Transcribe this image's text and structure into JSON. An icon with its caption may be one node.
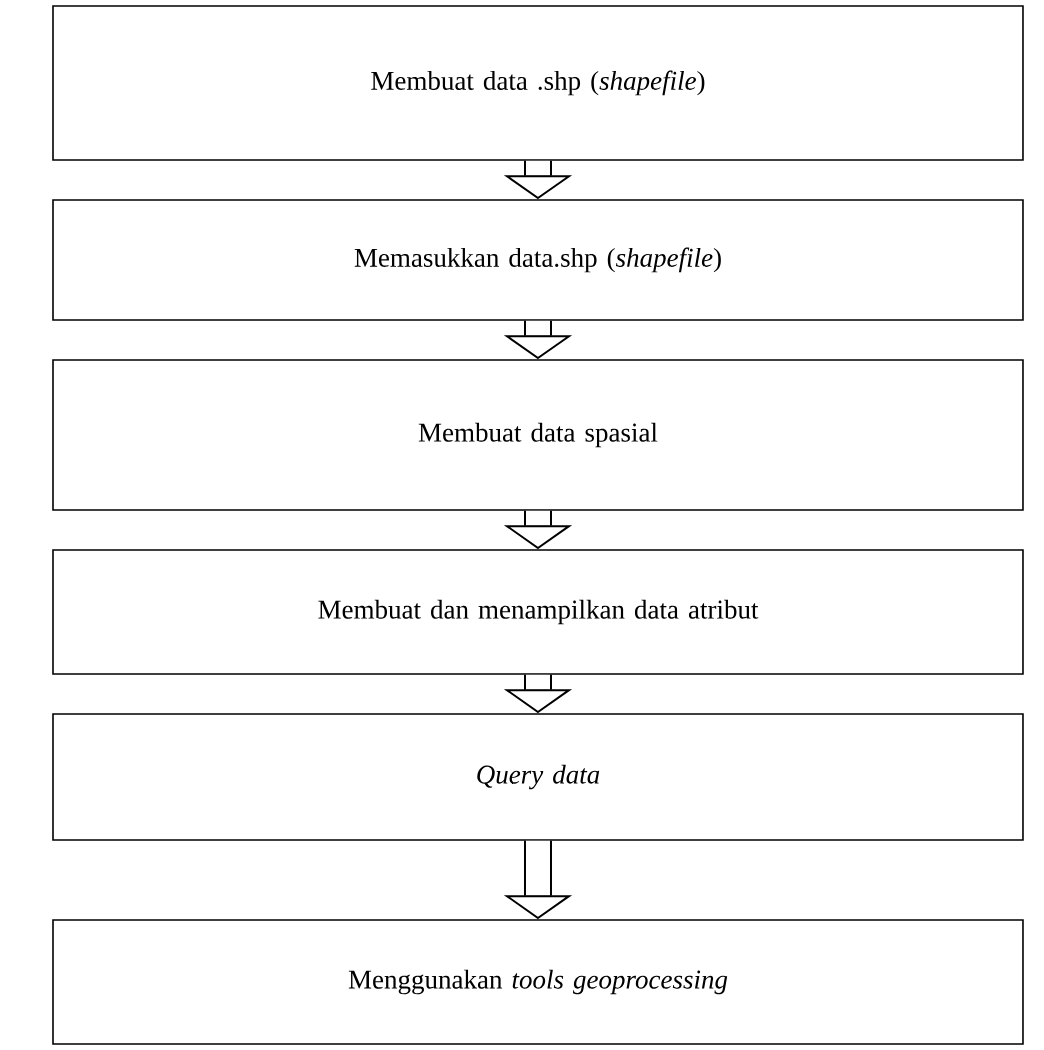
{
  "diagram": {
    "nodes": [
      {
        "text": [
          "Membuat data .shp (*shapefile*)"
        ]
      },
      {
        "text": [
          "Memasukkan data.shp (*shapefile*)"
        ]
      },
      {
        "text": [
          "Membuat data spasial"
        ]
      },
      {
        "text": [
          "Membuat dan menampilkan data atribut"
        ]
      },
      {
        "text": [
          "Query data"
        ]
      },
      {
        "text": [
          "Menggunakan *tools geoprocessing*"
        ]
      }
    ],
    "edges": [
      {
        "from": 0,
        "to": 1,
        "arrow": "to"
      },
      {
        "from": 1,
        "to": 2,
        "arrow": "to"
      },
      {
        "from": 2,
        "to": 3,
        "arrow": "to"
      },
      {
        "from": 3,
        "to": 4,
        "arrow": "to"
      },
      {
        "from": 4,
        "to": 5,
        "arrow": "to"
      }
    ]
  }
}
